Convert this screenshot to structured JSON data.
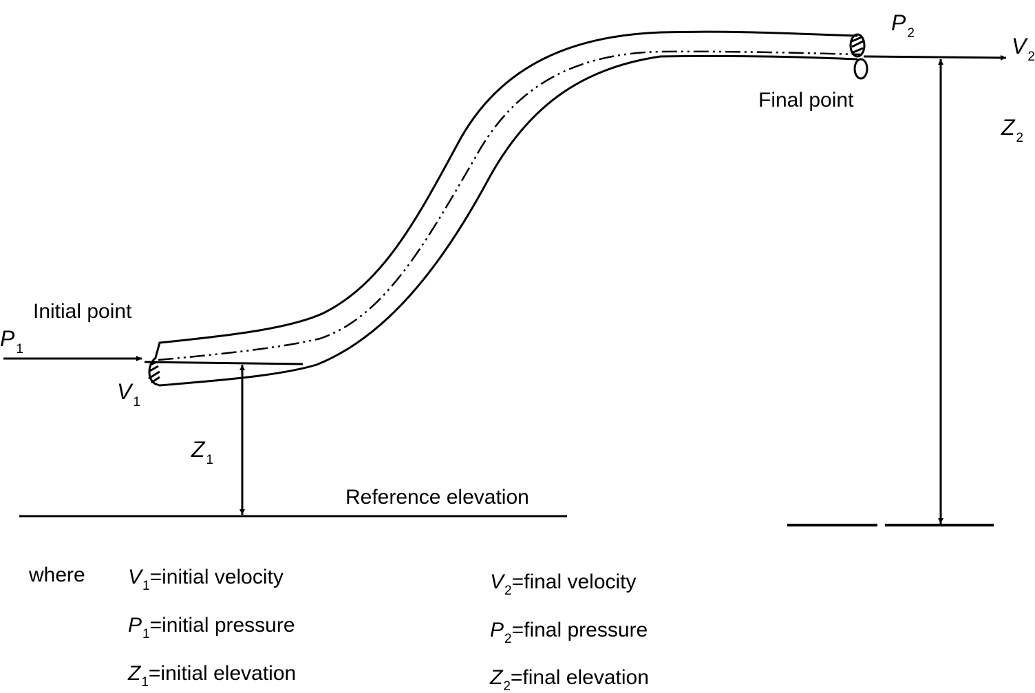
{
  "labels": {
    "initial_point": "Initial point",
    "final_point": "Final point",
    "reference_elevation": "Reference elevation"
  },
  "symbols": {
    "p1": {
      "letter": "P",
      "sub": "1"
    },
    "v1": {
      "letter": "V",
      "sub": "1"
    },
    "z1": {
      "letter": "Z",
      "sub": "1"
    },
    "p2": {
      "letter": "P",
      "sub": "2"
    },
    "v2": {
      "letter": "V",
      "sub": "2"
    },
    "z2": {
      "letter": "Z",
      "sub": "2"
    }
  },
  "legend": {
    "where": "where",
    "v1_text": "=initial velocity",
    "p1_text": "=initial pressure",
    "z1_text": "=initial elevation",
    "v2_text": "=final velocity",
    "p2_text": "=final pressure",
    "z2_text": "=final elevation"
  }
}
